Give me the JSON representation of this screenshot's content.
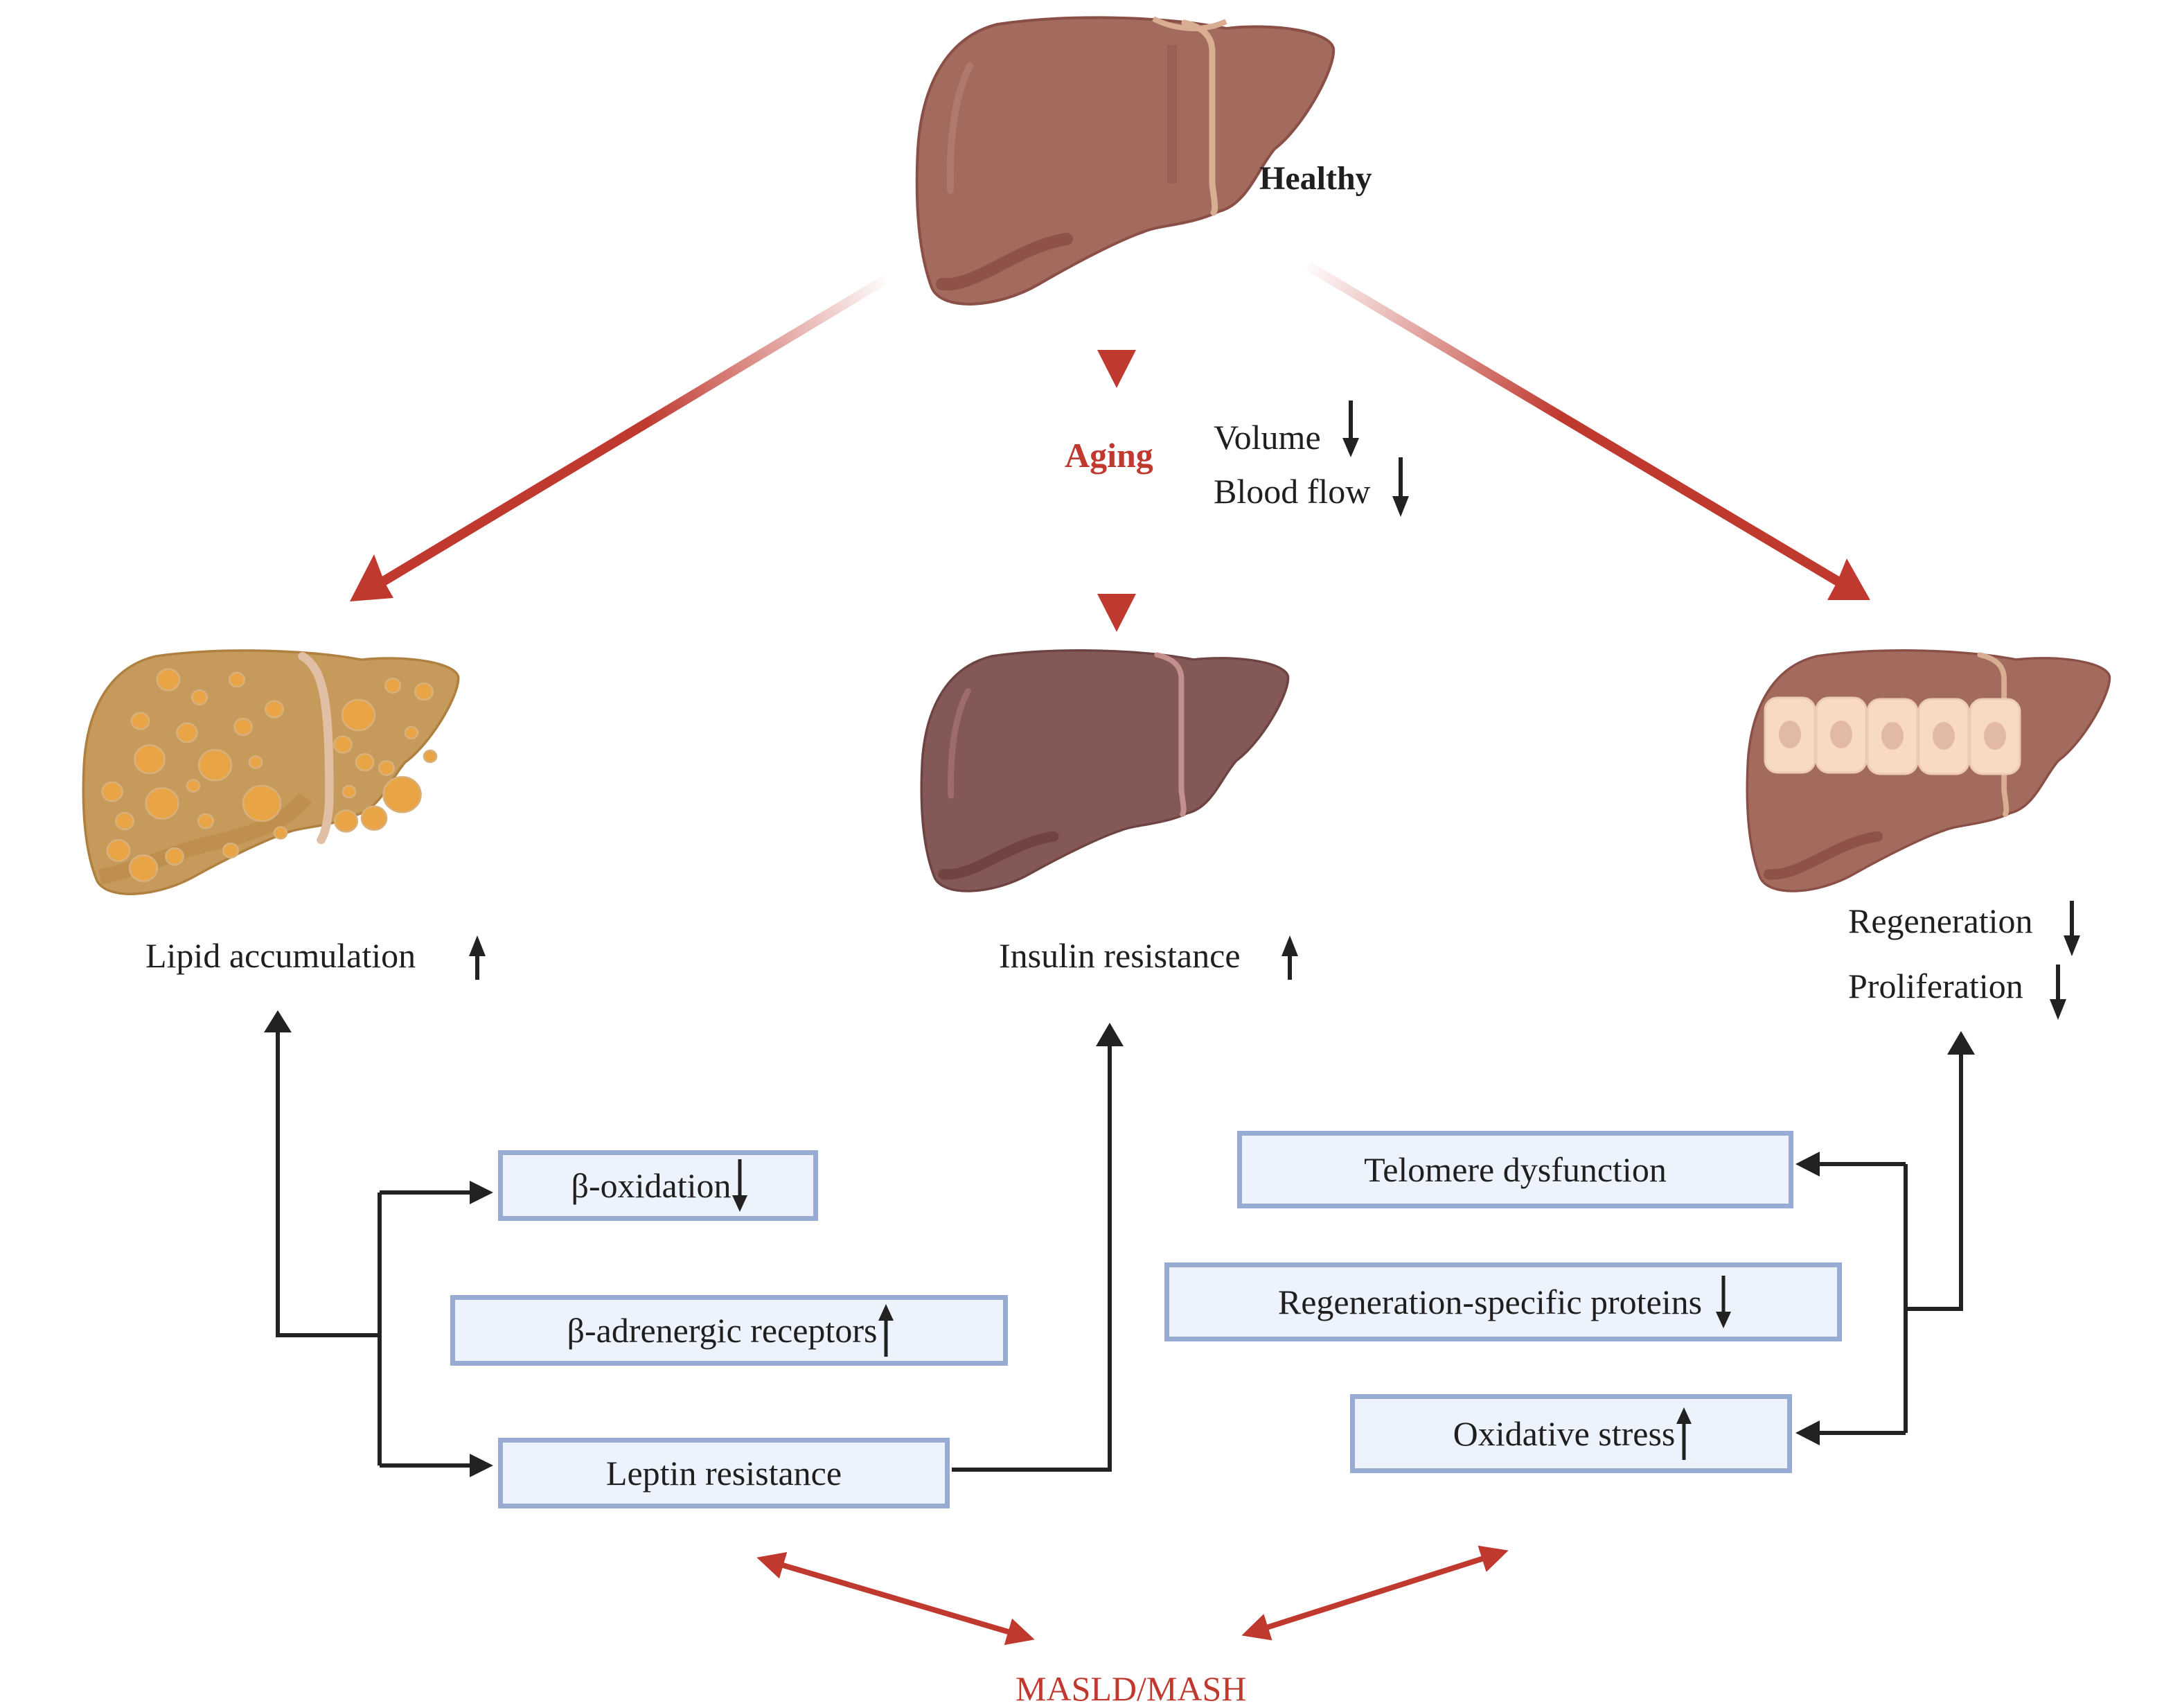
{
  "title": "Aging liver and MASLD/MASH",
  "stages": {
    "healthy": {
      "label": "Healthy"
    },
    "aging": {
      "label": "Aging"
    },
    "aging_effects": [
      {
        "label": "Volume",
        "direction": "down"
      },
      {
        "label": "Blood flow",
        "direction": "down"
      }
    ]
  },
  "livers": {
    "healthy": {
      "name": "healthy-liver",
      "color": "#a36a5e"
    },
    "fatty": {
      "name": "fatty-liver",
      "color": "#c59a5a",
      "outcome": {
        "label": "Lipid accumulation",
        "direction": "up"
      }
    },
    "aged": {
      "name": "aged-liver",
      "color": "#845857",
      "outcome": {
        "label": "Insulin resistance",
        "direction": "up"
      }
    },
    "regeneration": {
      "name": "regeneration-liver",
      "color": "#a36a5e",
      "outcomes": [
        {
          "label": "Regeneration",
          "direction": "down"
        },
        {
          "label": "Proliferation",
          "direction": "down"
        }
      ]
    }
  },
  "left_mechanisms": [
    {
      "label": "β-oxidation",
      "direction": "down"
    },
    {
      "label": "β-adrenergic receptors",
      "direction": "up"
    },
    {
      "label": "Leptin resistance",
      "direction": ""
    }
  ],
  "right_mechanisms": [
    {
      "label": "Telomere dysfunction",
      "direction": ""
    },
    {
      "label": "Regeneration-specific proteins",
      "direction": "down"
    },
    {
      "label": "Oxidative stress",
      "direction": "up"
    }
  ],
  "disease": {
    "label": "MASLD/MASH"
  },
  "colors": {
    "accent_red": "#c0392f",
    "arrow_black": "#222222",
    "box_fill": "#ecf3fc",
    "box_border": "#98acd3",
    "hepatocyte_fill": "#f8d9c4",
    "hepatocyte_nucleus": "#e2b8a6",
    "fat_droplet": "#e8a445"
  }
}
